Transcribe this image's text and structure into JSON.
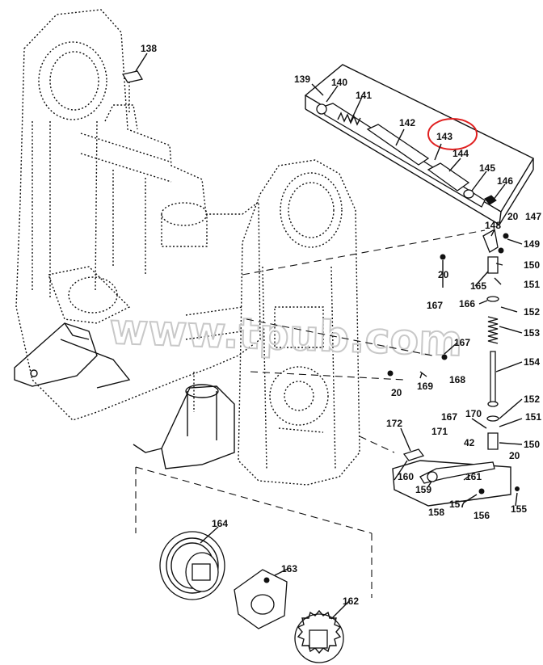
{
  "watermark": "www.tpub.com",
  "highlight_color": "#e02020",
  "callouts": {
    "c20a": "20",
    "c20b": "20",
    "c20c": "20",
    "c42": "42",
    "c138": "138",
    "c139": "139",
    "c140": "140",
    "c141": "141",
    "c142": "142",
    "c143": "143",
    "c144": "144",
    "c145": "145",
    "c146": "146",
    "c147": "147",
    "c148": "148",
    "c149": "149",
    "c150a": "150",
    "c150b": "150",
    "c151a": "151",
    "c151b": "151",
    "c152a": "152",
    "c152b": "152",
    "c153": "153",
    "c154": "154",
    "c155": "155",
    "c156": "156",
    "c157": "157",
    "c158": "158",
    "c159": "159",
    "c160": "160",
    "c161": "161",
    "c162": "162",
    "c163": "163",
    "c164": "164",
    "c165": "165",
    "c166": "166",
    "c167a": "167",
    "c167b": "167",
    "c167c": "167",
    "c168": "168",
    "c169": "169",
    "c170": "170",
    "c171": "171",
    "c172": "172"
  }
}
